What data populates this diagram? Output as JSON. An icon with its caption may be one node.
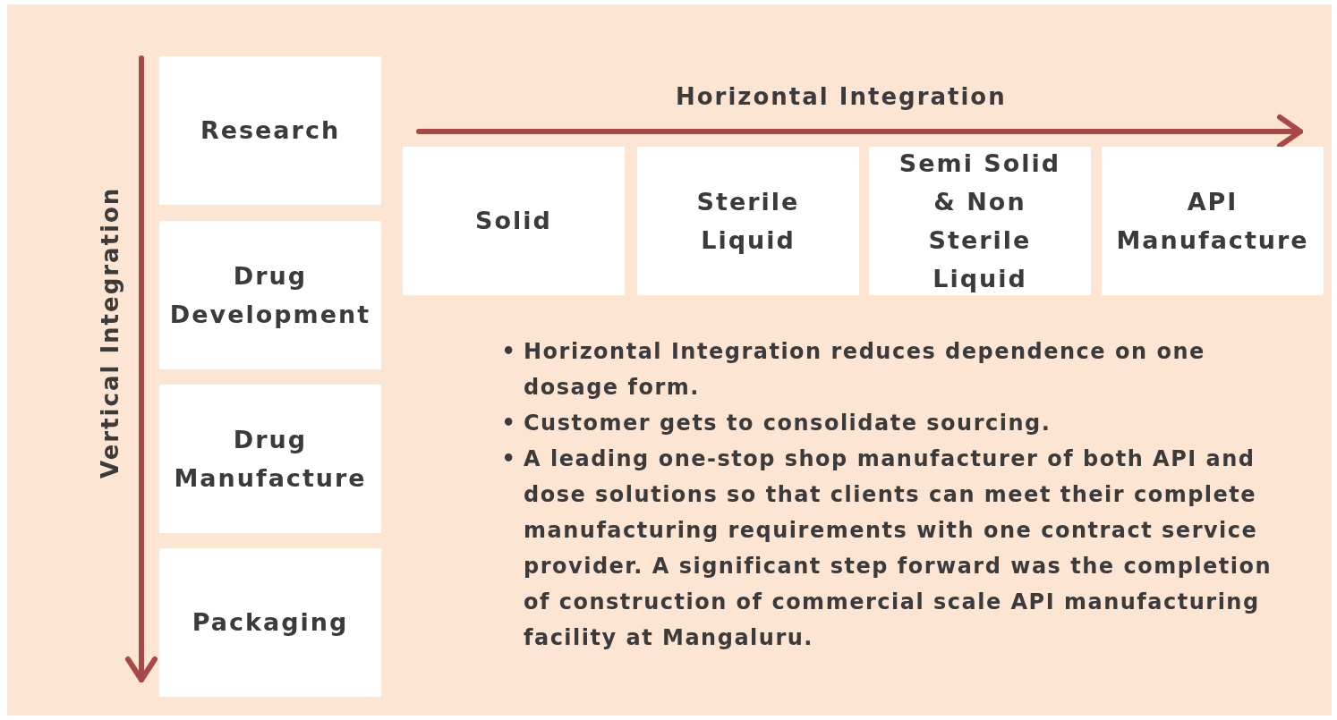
{
  "diagram": {
    "nodes": [
      {
        "text": [
          "Research"
        ]
      },
      {
        "text": [
          "Drug Development"
        ]
      },
      {
        "text": [
          "Drug Manufacture"
        ]
      },
      {
        "text": [
          "Packaging"
        ]
      },
      {
        "text": [
          "Solid"
        ]
      },
      {
        "text": [
          "Sterile Liquid"
        ]
      },
      {
        "text": [
          "Semi Solid & Non Sterile Liquid"
        ]
      },
      {
        "text": [
          "API Manufacture"
        ]
      }
    ],
    "labels": [
      "Horizontal Integration",
      "Vertical Integration",
      "•",
      "Horizontal Integration reduces dependence on one dosage form.",
      "•",
      "Customer gets to consolidate sourcing.",
      "•",
      "A leading one-stop shop manufacturer of both API and dose solutions so that clients can meet their complete manufacturing requirements with one contract service provider. A significant step forward was the completion of construction of commercial scale API manufacturing facility at Mangaluru."
    ]
  }
}
